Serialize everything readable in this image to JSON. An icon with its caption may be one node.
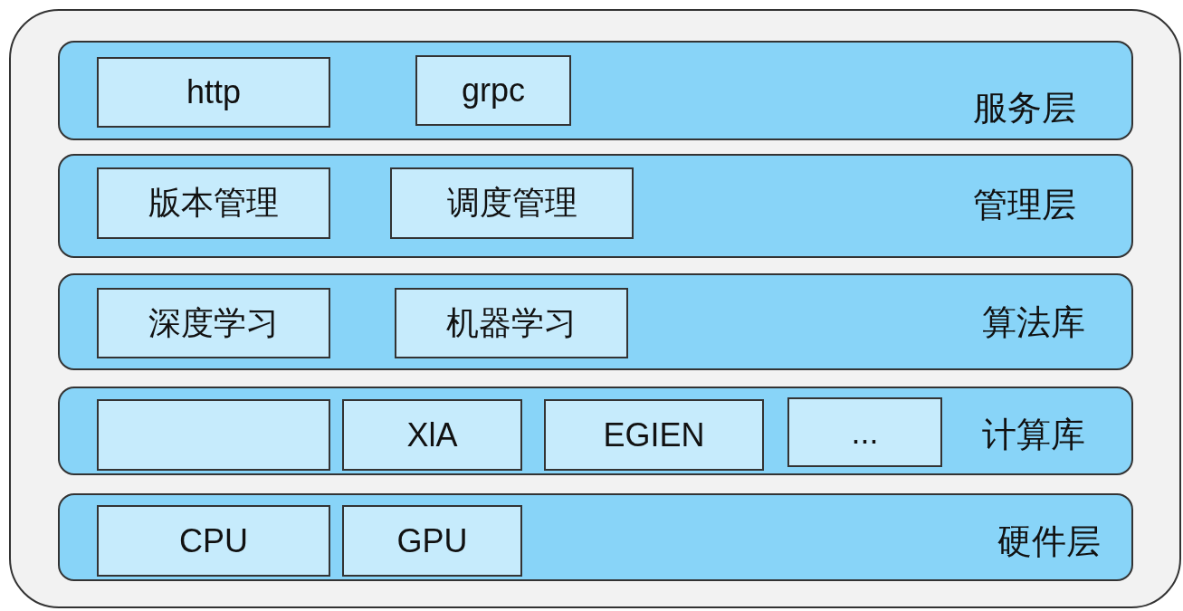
{
  "diagram": {
    "nodes": [
      {
        "text": [],
        "shape": "box"
      },
      {
        "text": [
          "服务层"
        ],
        "in": 0
      },
      {
        "text": [
          "http"
        ],
        "in": 1
      },
      {
        "text": [
          "grpc"
        ],
        "in": 1
      },
      {
        "text": [
          "管理层"
        ],
        "in": 0
      },
      {
        "text": [
          "版本管理"
        ],
        "in": 4
      },
      {
        "text": [
          "调度管理"
        ],
        "in": 4
      },
      {
        "text": [
          "算法库"
        ],
        "in": 0
      },
      {
        "text": [
          "深度学习"
        ],
        "in": 7
      },
      {
        "text": [
          "机器学习"
        ],
        "in": 7
      },
      {
        "text": [
          "计算库"
        ],
        "in": 0
      },
      {
        "text": [],
        "shape": "box",
        "in": 10
      },
      {
        "text": [
          "XlA"
        ],
        "in": 10
      },
      {
        "text": [
          "EGIEN"
        ],
        "in": 10
      },
      {
        "text": [
          "..."
        ],
        "in": 10
      },
      {
        "text": [
          "硬件层"
        ],
        "in": 0
      },
      {
        "text": [
          "CPU"
        ],
        "in": 15
      },
      {
        "text": [
          "GPU"
        ],
        "in": 15
      }
    ]
  }
}
